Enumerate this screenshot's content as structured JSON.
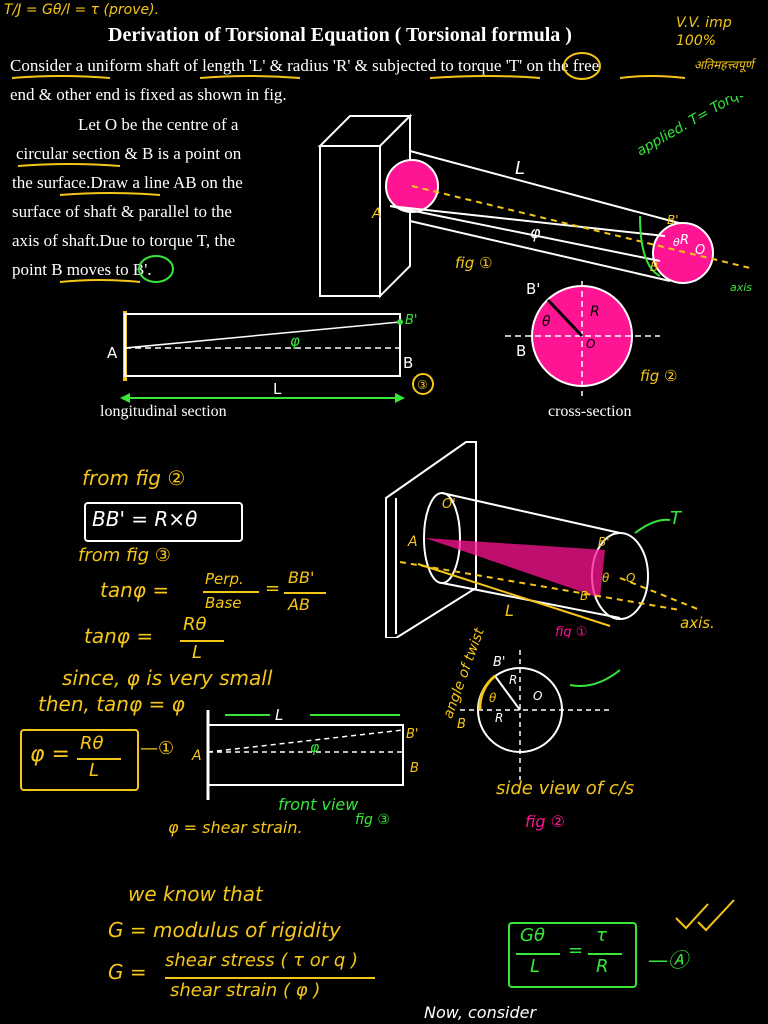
{
  "header": {
    "top_left_note": "T/J = Gθ/l = τ (prove).",
    "title": "Derivation of Torsional Equation ( Torsional formula )",
    "importance_note": "V.V. imp 100%",
    "hindi_note": "अतिमहत्त्वपूर्ण"
  },
  "intro": {
    "line1": "Consider a uniform shaft of length 'L' & radius 'R' & subjected  to torque 'T' on the free",
    "line2": "end & other end is fixed as shown in fig.",
    "para_lines": [
      "Let O be the centre of a",
      "circular section & B is a point on",
      "the surface.Draw a line AB on the",
      "surface of shaft & parallel to the",
      "axis of shaft.Due to torque T, the",
      "point B moves to B'."
    ]
  },
  "fig1": {
    "label_L": "L",
    "label_phi": "φ",
    "label_A": "A",
    "label_B": "B",
    "label_B1": "B'",
    "label_R": "R",
    "label_O": "O",
    "label_theta": "θ",
    "fig_label": "fig ①",
    "applied_note": "applied. T= Torque = F×R",
    "axis_label": "axis"
  },
  "fig3": {
    "label_A": "A",
    "label_B": "B",
    "label_B1": "B'",
    "label_phi": "φ",
    "label_L": "L",
    "circle_num": "③",
    "caption": "longitudinal section"
  },
  "fig2": {
    "label_B1": "B'",
    "label_B": "B",
    "label_R": "R",
    "label_O": "O",
    "label_theta": "θ",
    "fig_label": "fig ②",
    "caption": "cross-section"
  },
  "derivation": {
    "from_fig2": "from fig ②",
    "eq_arc": "BB' = R×θ",
    "from_fig3": "from fig ③",
    "tan_def_lhs": "tanφ =",
    "tan_perp": "Perp.",
    "tan_base": "Base",
    "tan_eq": "=",
    "tan_BB1": "BB'",
    "tan_AB": "AB",
    "tan_r_lhs": "tanφ =",
    "tan_r_num": "Rθ",
    "tan_r_den": "L",
    "since": "since, φ is very small",
    "then": "then, tanφ = φ",
    "eq1_lhs": "φ =",
    "eq1_num": "Rθ",
    "eq1_den": "L",
    "eq1_tag": "—①",
    "shear_strain_note": "φ = shear strain.",
    "front_view": "front view",
    "front_fig": "fig ③"
  },
  "fig_3d": {
    "label_A": "A",
    "label_O1": "O'",
    "label_B1": "B'",
    "label_B": "B",
    "label_theta": "θ",
    "label_O": "O",
    "label_T": "T",
    "label_L": "L",
    "axis_label": "axis.",
    "fig_label": "fig ①"
  },
  "side_view": {
    "angle_twist": "angle of twist",
    "label_B1": "B'",
    "label_R": "R",
    "label_O": "O",
    "label_B": "B",
    "label_theta": "θ",
    "caption": "side view of c/s",
    "fig_label": "fig ②"
  },
  "modulus": {
    "we_know": "we know that",
    "g_def": "G = modulus of rigidity",
    "g_lhs": "G =",
    "g_num": "shear stress ( τ or q )",
    "g_den": "shear strain ( φ )",
    "boxed_num_left": "Gθ",
    "boxed_den_left": "L",
    "boxed_eq": "=",
    "boxed_num_right": "τ",
    "boxed_den_right": "R",
    "boxed_tag": "—Ⓐ",
    "now_consider": "Now, consider"
  }
}
